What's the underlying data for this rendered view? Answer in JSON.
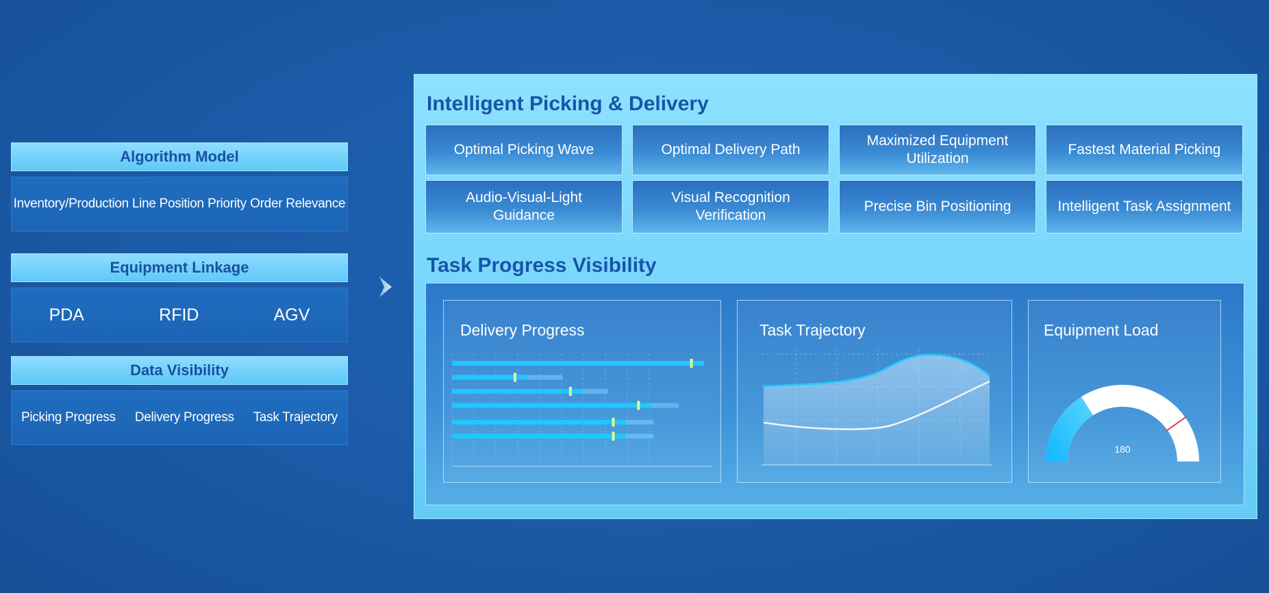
{
  "sections": [
    {
      "title": "Algorithm Model",
      "items": [
        "Inventory/Production Line Position",
        "Priority",
        "Order Relevance"
      ]
    },
    {
      "title": "Equipment Linkage",
      "items": [
        "PDA",
        "RFID",
        "AGV"
      ]
    },
    {
      "title": "Data Visibility",
      "items": [
        "Picking Progress",
        "Delivery Progress",
        "Task Trajectory"
      ]
    }
  ],
  "panel": {
    "title": "Intelligent Picking & Delivery",
    "tiles": [
      "Optimal Picking Wave",
      "Optimal Delivery Path",
      "Maximized Equipment Utilization",
      "Fastest Material Picking",
      "Audio-Visual-Light Guidance",
      "Visual Recognition Verification",
      "Precise Bin Positioning",
      "Intelligent Task Assignment"
    ],
    "progress_title": "Task Progress Visibility"
  },
  "cards": {
    "delivery": {
      "title": "Delivery Progress",
      "bars": [
        1.0,
        0.44,
        0.62,
        0.9,
        0.8,
        0.8
      ],
      "markers": [
        0.95,
        0.25,
        0.47,
        0.74,
        0.64,
        0.64
      ]
    },
    "trajectory": {
      "title": "Task Trajectory"
    },
    "load": {
      "title": "Equipment Load",
      "value": "180",
      "fill_fraction": 0.32
    }
  },
  "colors": {
    "accent": "#1ec8ff",
    "title": "#1755a8",
    "marker": "#e0ff9a",
    "needle": "#e0405a"
  }
}
